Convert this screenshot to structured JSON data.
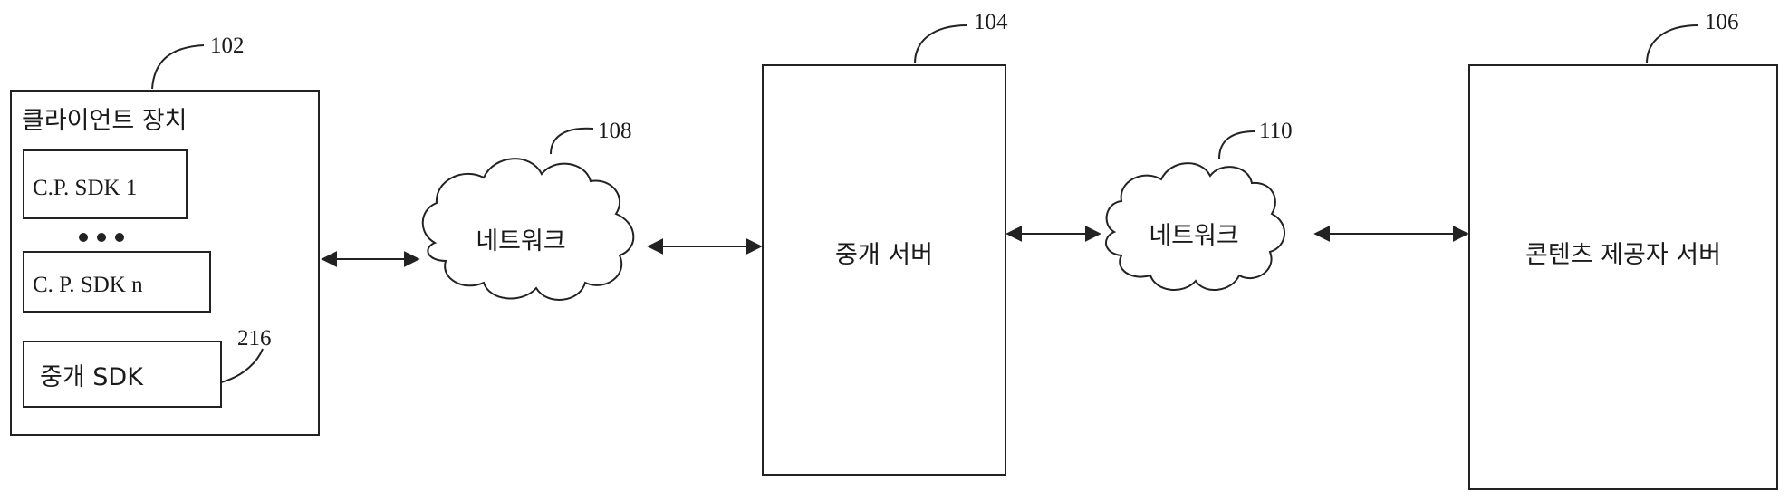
{
  "client_device": {
    "ref": "102",
    "title": "클라이언트 장치",
    "sdk_first": "C.P. SDK 1",
    "sdk_last": "C. P. SDK n",
    "mediation_sdk": {
      "ref": "216",
      "label": "중개 SDK"
    }
  },
  "network_left": {
    "ref": "108",
    "label": "네트워크"
  },
  "mediation_server": {
    "ref": "104",
    "label": "중개 서버"
  },
  "network_right": {
    "ref": "110",
    "label": "네트워크"
  },
  "content_provider_server": {
    "ref": "106",
    "label": "콘텐츠 제공자 서버"
  }
}
